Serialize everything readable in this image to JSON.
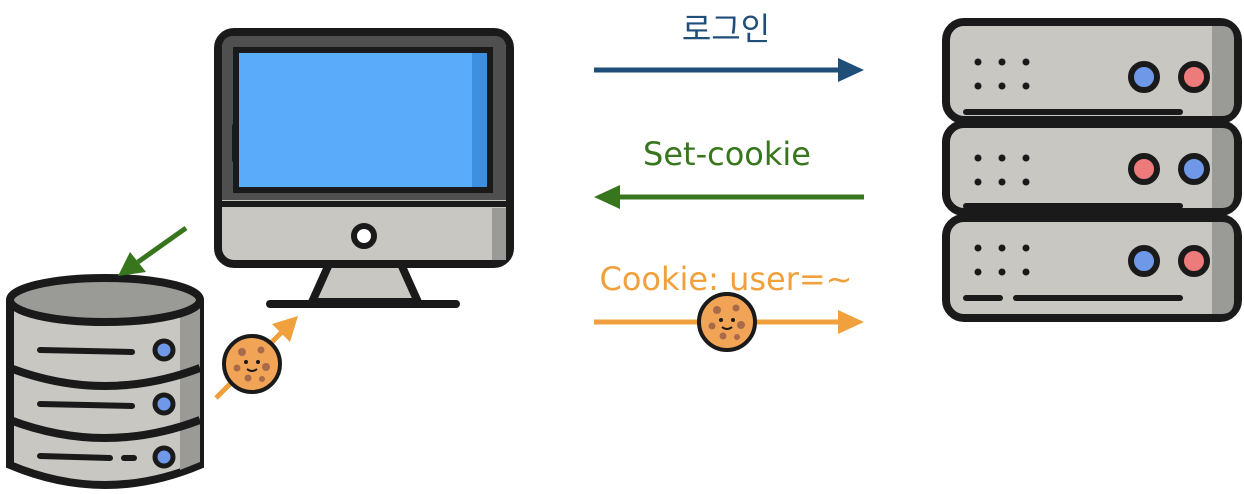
{
  "labels": {
    "login": "로그인",
    "set_cookie": "Set-cookie",
    "cookie_header": "Cookie: user=~"
  },
  "colors": {
    "login": "#1f4e79",
    "set_cookie": "#38761d",
    "cookie": "#f0a03c",
    "outline": "#1a1a1a",
    "screen": "#5aabfa",
    "metal": "#c8c7c2",
    "metal_dark": "#9a9a96",
    "led_blue": "#6f98e8",
    "led_red": "#ee7b7b",
    "cookie_body": "#f2a456",
    "cookie_chip": "#a86a4a"
  },
  "icons": [
    "desktop-monitor-icon",
    "database-icon",
    "server-rack-icon",
    "cookie-icon"
  ]
}
